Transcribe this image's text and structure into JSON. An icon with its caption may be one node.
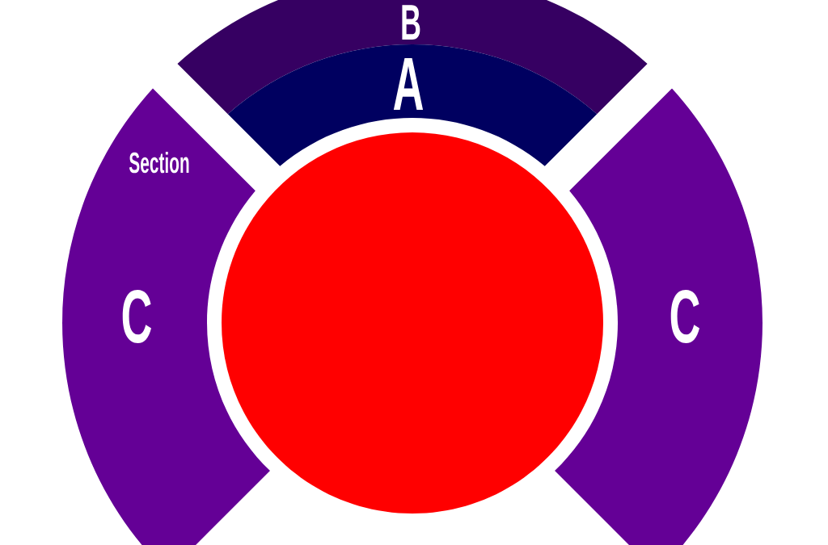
{
  "diagram": {
    "nodes": [
      {
        "text": [
          "B"
        ]
      },
      {
        "text": [
          "A"
        ]
      },
      {
        "text": [
          "Section",
          "C"
        ]
      },
      {
        "text": [
          "C"
        ]
      },
      {
        "text": [],
        "shape": "circle"
      }
    ]
  }
}
